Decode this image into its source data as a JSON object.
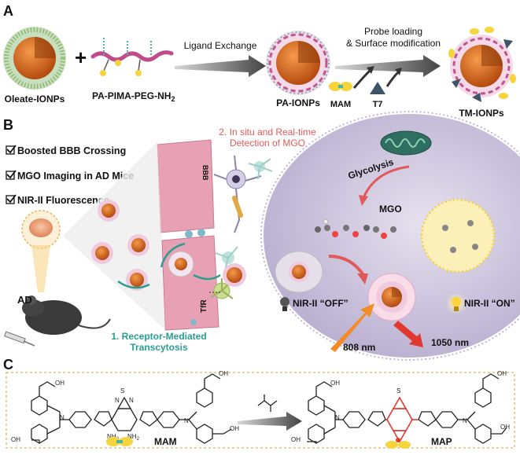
{
  "panel_a": {
    "letter": "A",
    "oleate_label": "Oleate-IONPs",
    "plus": "+",
    "polymer_label": "PA-PIMA-PEG-NH",
    "polymer_subscript": "2",
    "ligand_exchange": "Ligand Exchange",
    "pa_ionps": "PA-IONPs",
    "probe_loading_line1": "Probe loading",
    "probe_loading_line2": "& Surface modification",
    "mam": "MAM",
    "t7": "T7",
    "tm_ionps": "TM-IONPs"
  },
  "panel_b": {
    "letter": "B",
    "checklist": [
      "Boosted BBB Crossing",
      "MGO Imaging in AD Mice",
      "NIR-II Fluorescence"
    ],
    "insitu_line1": "2. In situ and Real-time",
    "insitu_line2": "Detection of MGO",
    "bbb": "BBB",
    "tfr": "TfR",
    "glycolysis": "Glycolysis",
    "mgo": "MGO",
    "ad": "AD",
    "rmt_line1": "1. Receptor-Mediated",
    "rmt_line2": "Transcytosis",
    "nir_off": "NIR-II “OFF”",
    "nir_on": "NIR-II “ON”",
    "nm808": "808 nm",
    "nm1050": "1050 nm"
  },
  "panel_c": {
    "letter": "C",
    "mam": "MAM",
    "map": "MAP",
    "S": "S",
    "N": "N",
    "OH": "OH",
    "NH2": "NH",
    "two": "2",
    "nh2_subscript": "2"
  },
  "colors": {
    "core": "#d9641b",
    "teal_label": "#2a9d8f",
    "red_label": "#e05a5a",
    "bbb_pink": "#e8a0b4",
    "cell": "#cbc1dc",
    "map_red": "#e03a30"
  }
}
